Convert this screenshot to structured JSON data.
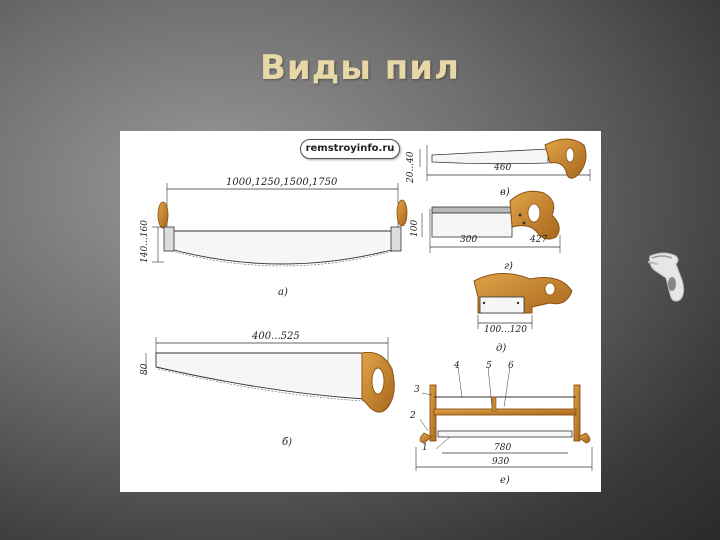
{
  "slide": {
    "title": "Виды пил"
  },
  "figure": {
    "watermark": "remstroyinfo.ru",
    "dims": {
      "a_length": "1000,1250,1500,1750",
      "a_height": "140...160",
      "b_length": "400...525",
      "b_height": "80",
      "v_length": "460",
      "v_height": "20...40",
      "g_len1": "300",
      "g_len2": "427",
      "g_height": "100",
      "d_length": "100...120",
      "e_len1": "780",
      "e_len2": "930"
    },
    "labels": {
      "a": "а)",
      "b": "б)",
      "v": "в)",
      "g": "г)",
      "d": "д)",
      "e": "е)"
    },
    "callouts": [
      "1",
      "2",
      "3",
      "4",
      "5",
      "6"
    ]
  },
  "colors": {
    "title": "#e8d8a8",
    "wood": "#c98a2e",
    "wood_dark": "#8a5212",
    "blade": "#f4f4f4",
    "line": "#333333"
  },
  "side_icon": "saw-hand-icon"
}
